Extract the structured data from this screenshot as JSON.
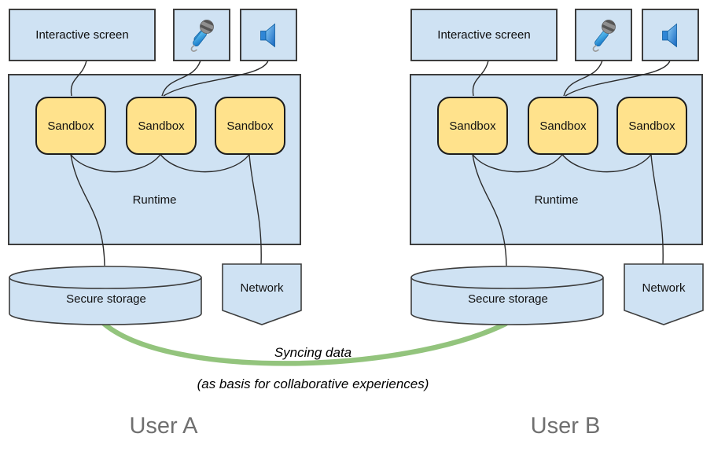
{
  "diagram": {
    "labels": {
      "interactive_screen": "Interactive screen",
      "sandbox": "Sandbox",
      "runtime": "Runtime",
      "secure_storage": "Secure storage",
      "network": "Network"
    },
    "icons": {
      "mic": "microphone-icon",
      "speaker": "speaker-icon"
    },
    "groups": [
      {
        "user_label": "User A"
      },
      {
        "user_label": "User B"
      }
    ],
    "sync_link": {
      "label": "Syncing data",
      "sublabel": "(as basis for collaborative experiences)"
    },
    "colors": {
      "box_fill": "#cfe2f3",
      "box_border": "#3d3d3d",
      "sandbox_fill": "#ffe28c",
      "sync_line": "#93c47d",
      "connector": "#2b2b2b",
      "user_label_text": "#6f6f6f"
    }
  }
}
